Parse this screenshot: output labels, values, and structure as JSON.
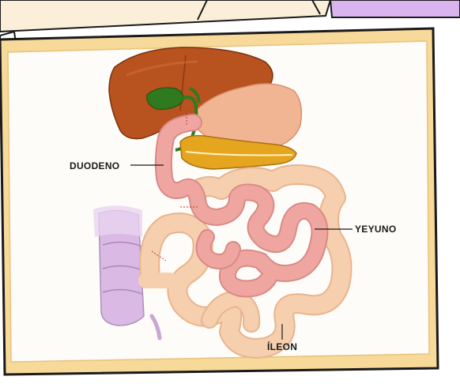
{
  "diagram": {
    "labels": {
      "duodeno": "DUODENO",
      "yeyuno": "YEYUNO",
      "ileon": "ÍLEON"
    },
    "colors": {
      "page_background": "#ffffff",
      "frame_border": "#1a1a1a",
      "mat": "#f7d99a",
      "panel": "#fdfcf8",
      "liver": "#b8521e",
      "gallbladder": "#2f7a1e",
      "stomach": "#f2b593",
      "pancreas": "#e6a51f",
      "duodenum_jejunum": "#f0a6a0",
      "ileum": "#f6cfae",
      "large_intestine": "#d9b7e3",
      "purple_corner": "#d9b4ee"
    }
  }
}
